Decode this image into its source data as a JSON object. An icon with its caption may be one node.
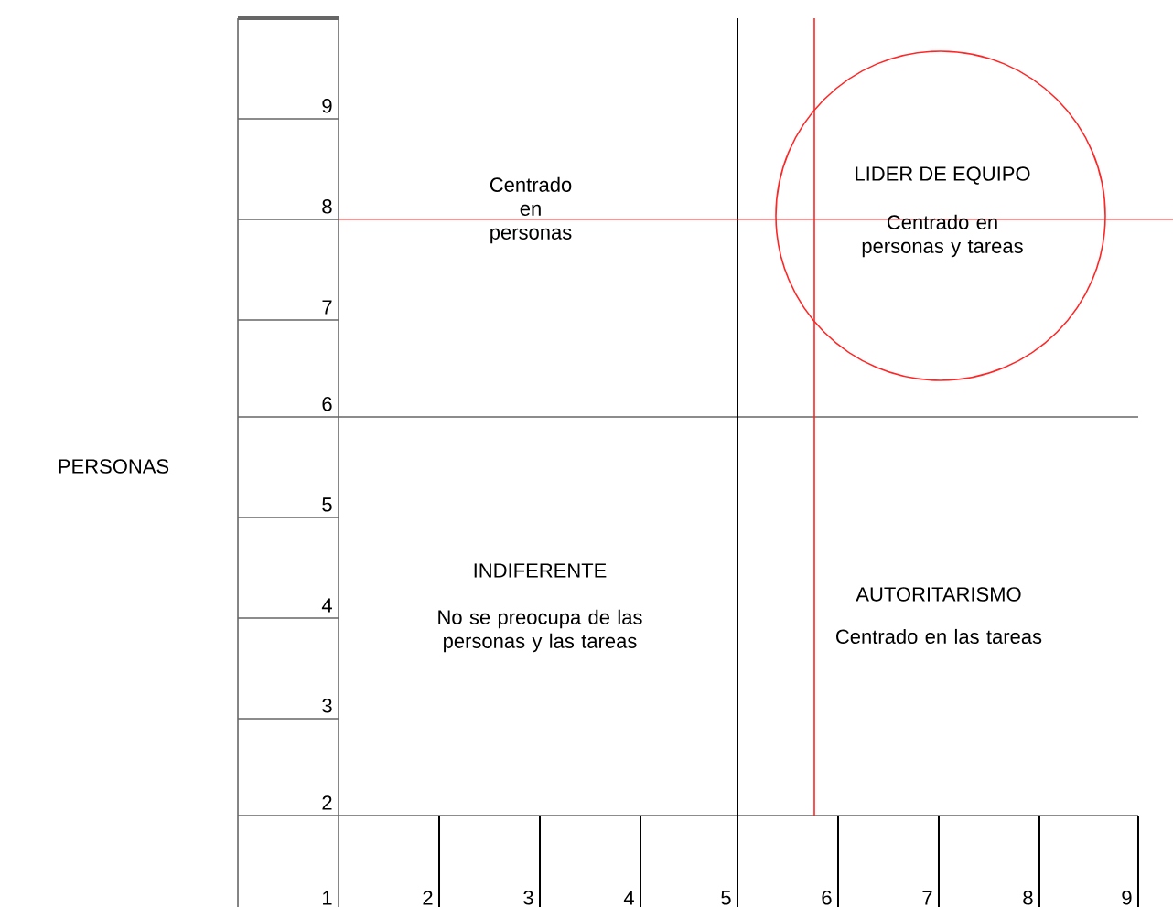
{
  "diagram": {
    "labels": [
      "9",
      "8",
      "7",
      "6",
      "PERSONAS",
      "5",
      "4",
      "3",
      "2",
      "Centrado en personas",
      "LIDER DE EQUIPO",
      "Centrado en personas y tareas",
      "INDIFERENTE",
      "No se preocupa de las personas y las tareas",
      "AUTORITARISMO",
      "Centrado en las tareas",
      "1",
      "2",
      "3",
      "4",
      "5",
      "6",
      "7",
      "8",
      "9"
    ]
  }
}
